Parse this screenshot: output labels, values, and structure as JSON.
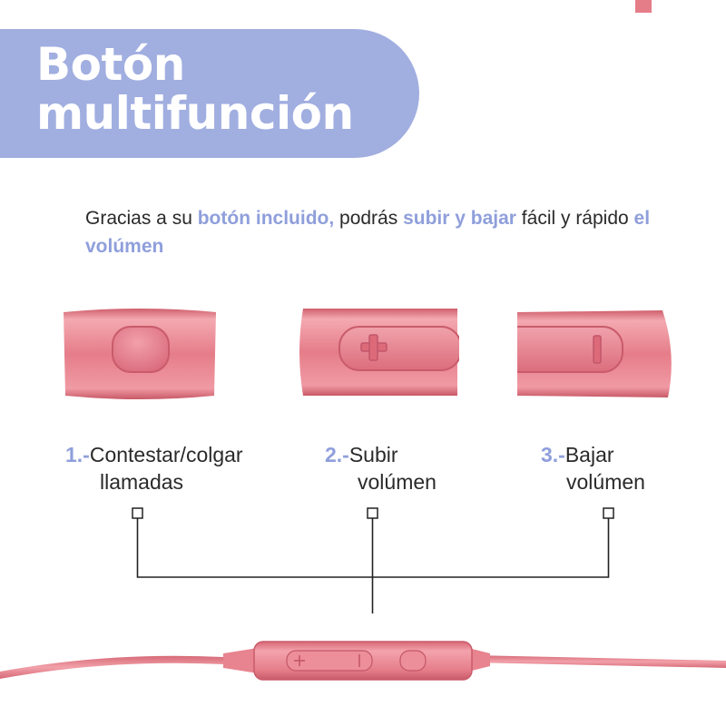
{
  "title": {
    "line1": "Botón",
    "line2": "multifunción"
  },
  "intro": {
    "part1": "Gracias a su ",
    "highlight1": "botón incluido,",
    "part2": " podrás ",
    "highlight2": "subir y bajar",
    "part3": " fácil y rápido ",
    "highlight3": "el volúmen"
  },
  "buttons": [
    {
      "number": "1.-",
      "line1": "Contestar/colgar",
      "line2": "llamadas",
      "icon": "center-button-icon"
    },
    {
      "number": "2.-",
      "line1": "Subir",
      "line2": "volúmen",
      "icon": "plus-icon"
    },
    {
      "number": "3.-",
      "line1": "Bajar",
      "line2": "volúmen",
      "icon": "minus-icon"
    }
  ],
  "colors": {
    "banner": "#a1aee0",
    "accent": "#8f9fdb",
    "cable_pink": "#e57d89",
    "line": "#222222"
  }
}
